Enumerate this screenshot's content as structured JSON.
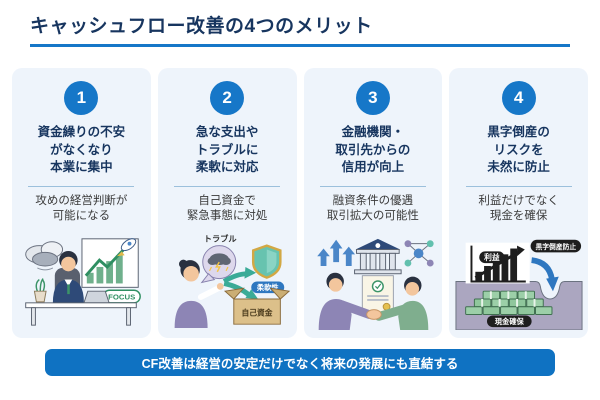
{
  "header": {
    "title": "キャッシュフロー改善の4つのメリット"
  },
  "cards": [
    {
      "number": "1",
      "heading": [
        "資金繰りの不安",
        "がなくなり",
        "本業に集中"
      ],
      "sub": [
        "攻めの経営判断が",
        "可能になる"
      ],
      "labels": {
        "focus": "FOCUS"
      }
    },
    {
      "number": "2",
      "heading": [
        "急な支出や",
        "トラブルに",
        "柔軟に対応"
      ],
      "sub": [
        "自己資金で",
        "緊急事態に対処"
      ],
      "labels": {
        "trouble": "トラブル",
        "flexibility": "柔軟性",
        "own_funds": "自己資金"
      }
    },
    {
      "number": "3",
      "heading": [
        "金融機関・",
        "取引先からの",
        "信用が向上"
      ],
      "sub": [
        "融資条件の優遇",
        "取引拡大の可能性"
      ],
      "labels": {}
    },
    {
      "number": "4",
      "heading": [
        "黒字倒産の",
        "リスクを",
        "未然に防止"
      ],
      "sub": [
        "利益だけでなく",
        "現金を確保"
      ],
      "labels": {
        "profit": "利益",
        "prevention": "黒字倒産防止",
        "cash": "現金確保"
      }
    }
  ],
  "banner": {
    "text": "CF改善は経営の安定だけでなく将来の発展にも直結する"
  },
  "colors": {
    "accent_blue": "#1677c8",
    "title_navy": "#17355f",
    "card_bg": "#eef4fb",
    "banner_blue": "#0f72c2",
    "illustration_green": "#3c9468",
    "shield_teal": "#62c0ae",
    "money_green": "#9ccfa8"
  }
}
